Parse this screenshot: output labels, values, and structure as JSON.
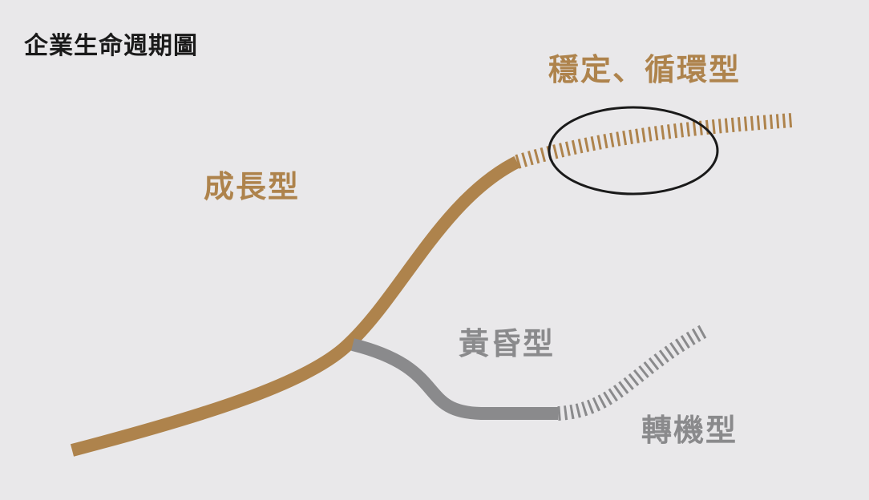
{
  "title": "企業生命週期圖",
  "stages": {
    "stable": "穩定、循環型",
    "growth": "成長型",
    "twilight": "黃昏型",
    "turnaround": "轉機型"
  },
  "colors": {
    "background": "#e9e8ea",
    "growth_path": "#ae834c",
    "twilight_path": "#8a8a8c",
    "turnaround_path": "#8a8a8c",
    "highlight_ellipse": "#1a1a1a",
    "title_text": "#1a1a1a",
    "brown_label": "#ae834c",
    "gray_label": "#8a8a8c"
  }
}
